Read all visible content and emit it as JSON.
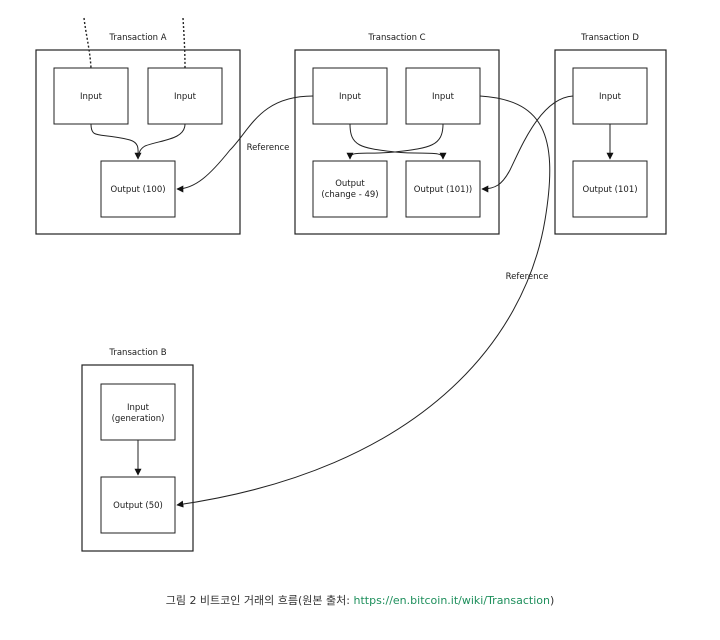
{
  "transactions": {
    "a": {
      "title": "Transaction A",
      "input1": "Input",
      "input2": "Input",
      "output": "Output (100)"
    },
    "b": {
      "title": "Transaction B",
      "input_line1": "Input",
      "input_line2": "(generation)",
      "output": "Output (50)"
    },
    "c": {
      "title": "Transaction C",
      "input1": "Input",
      "input2": "Input",
      "output1_line1": "Output",
      "output1_line2": "(change - 49)",
      "output2": "Output (101))"
    },
    "d": {
      "title": "Transaction D",
      "input": "Input",
      "output": "Output (101)"
    }
  },
  "references": {
    "upper": "Reference",
    "lower": "Reference"
  },
  "caption": {
    "text": "그림 2 비트코인 거래의 흐름(원본 출처: ",
    "link": "https://en.bitcoin.it/wiki/Transaction",
    "suffix": ")"
  }
}
